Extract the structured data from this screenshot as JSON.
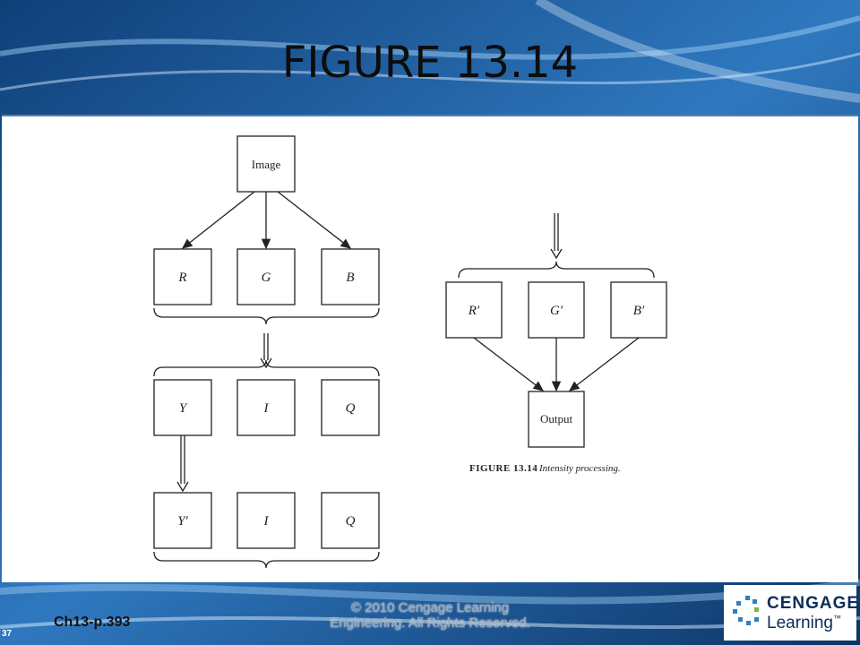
{
  "slide": {
    "title": "FIGURE 13.14",
    "slide_number": "37",
    "chapter_ref": "Ch13-p.393",
    "copyright_line1": "© 2010 Cengage Learning",
    "copyright_line2": "Engineering. All Rights Reserved."
  },
  "logo": {
    "word1": "CENGAGE",
    "word2": "Learning",
    "trademark": "™",
    "icon": "cengage-logo-icon"
  },
  "diagram": {
    "left": {
      "source": "Image",
      "rgb": [
        "R",
        "G",
        "B"
      ],
      "yiq": [
        "Y",
        "I",
        "Q"
      ],
      "processed": [
        "Y′",
        "I",
        "Q"
      ]
    },
    "right": {
      "rgb_prime": [
        "R′",
        "G′",
        "B′"
      ],
      "output": "Output"
    },
    "caption_number": "FIGURE 13.14",
    "caption_text": "Intensity processing."
  },
  "colors": {
    "panel": "#ffffff",
    "stroke": "#222222",
    "background": "#1d4f86"
  }
}
